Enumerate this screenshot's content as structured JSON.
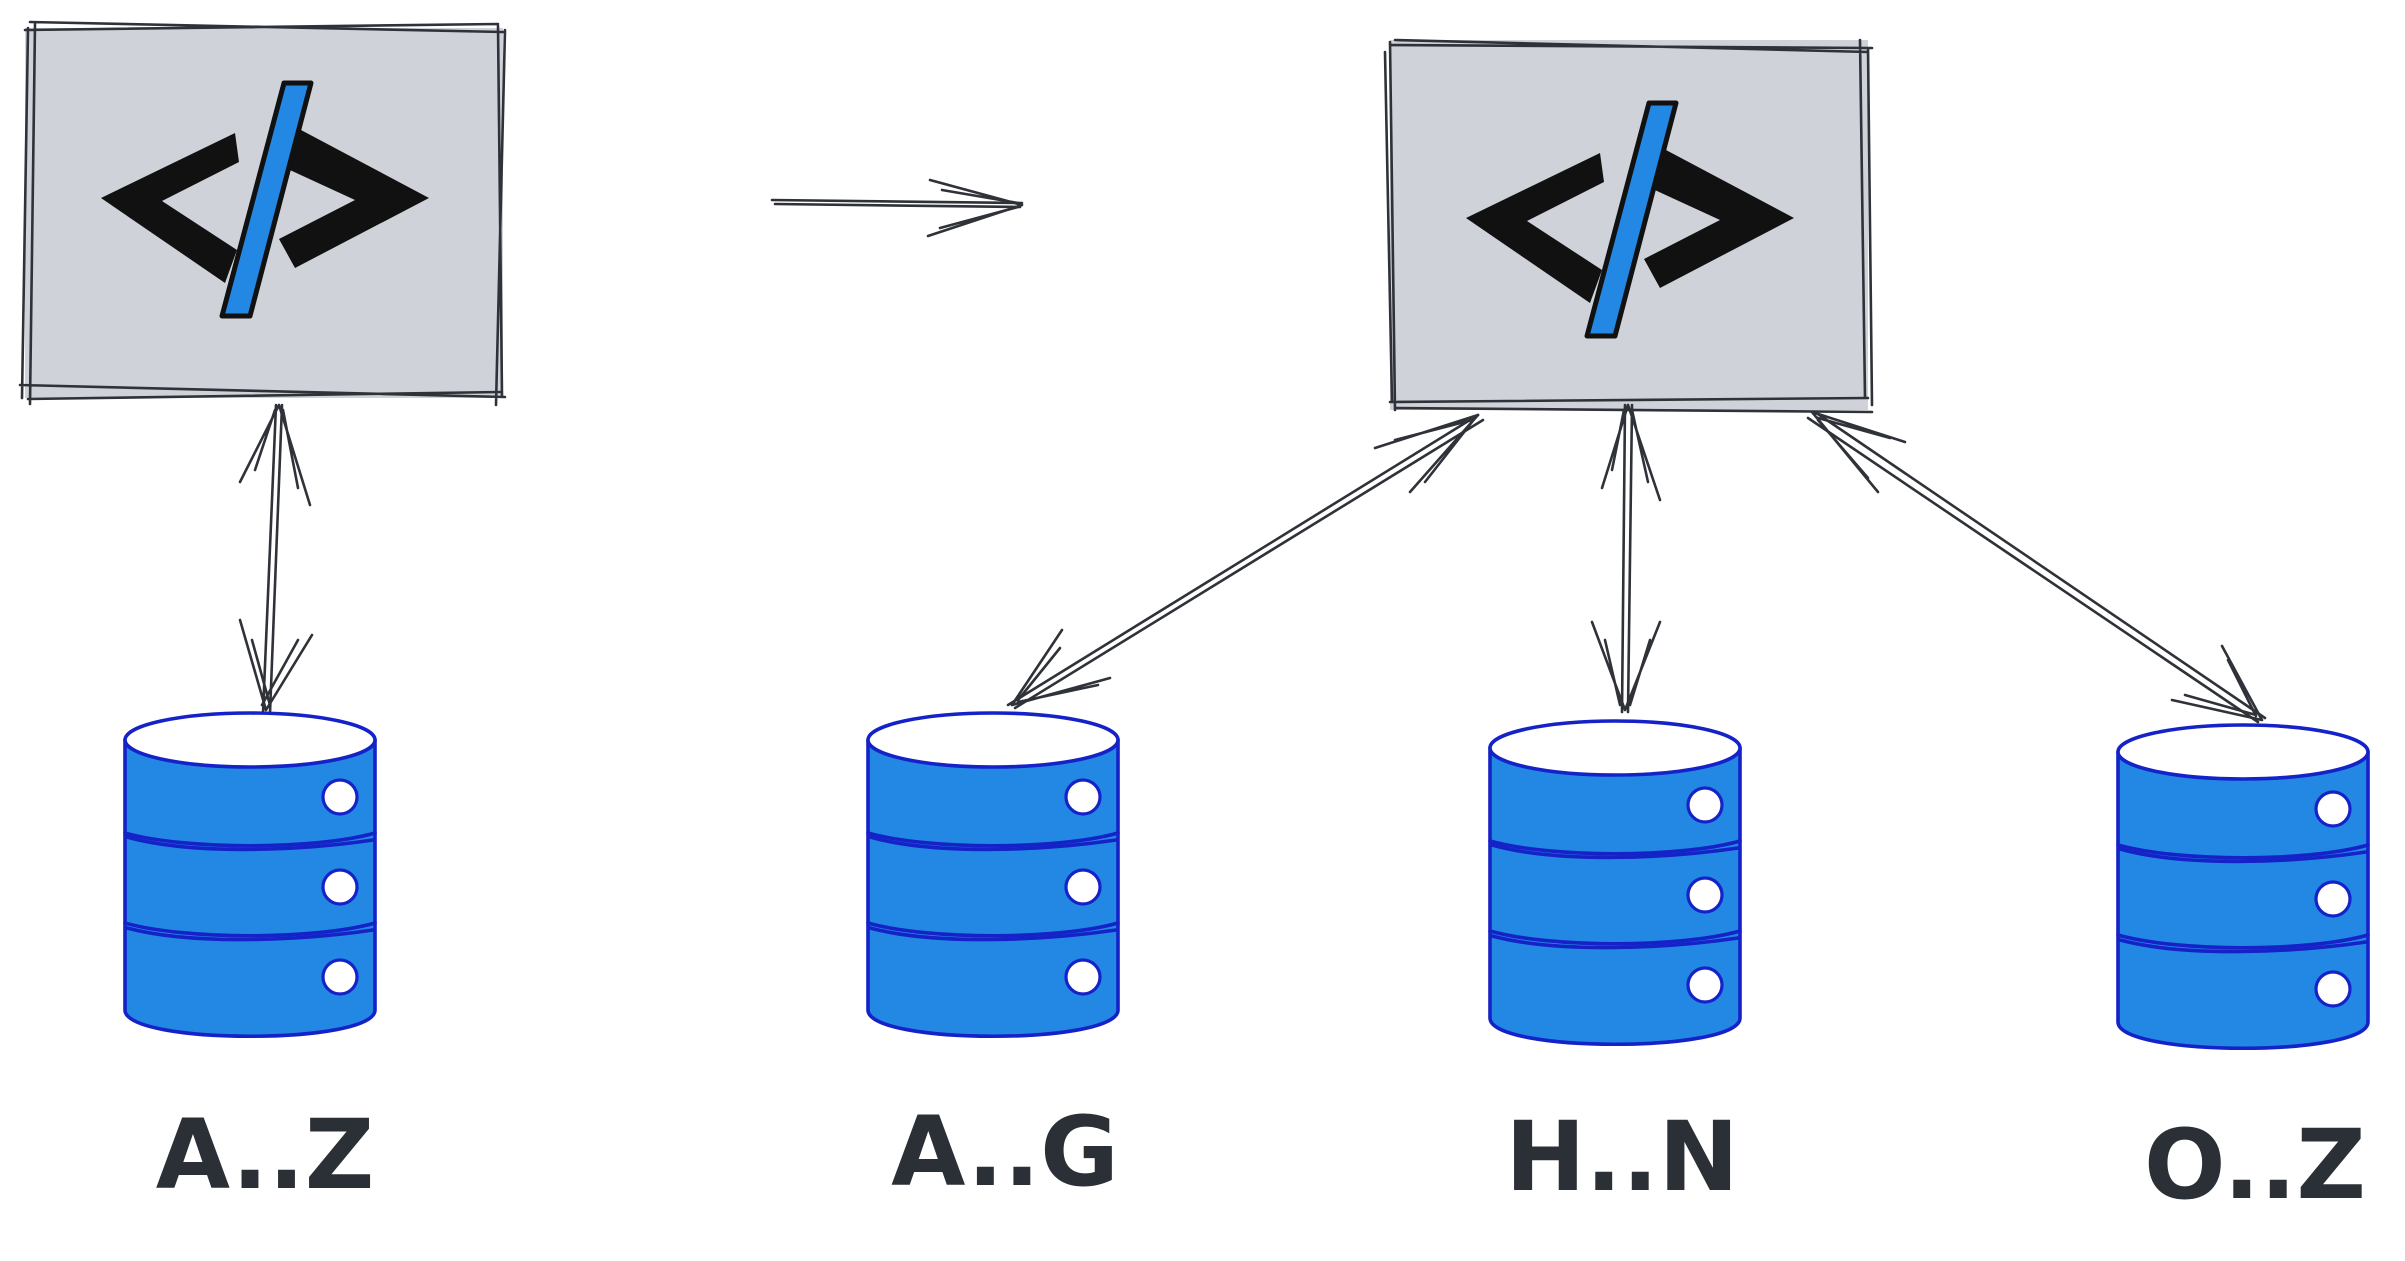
{
  "colors": {
    "box_fill": "#cfd3d9",
    "sketch_stroke": "#2f3238",
    "code_glyph": "#111111",
    "slash_fill": "#2388e4",
    "db_fill": "#2388e4",
    "db_outline": "#1422c7",
    "label_color": "#2b2f36"
  },
  "components": {
    "single_server": {
      "icon": "code-brackets-icon"
    },
    "sharded_server": {
      "icon": "code-brackets-icon"
    },
    "transition_arrow": {
      "icon": "arrow-right-icon"
    }
  },
  "databases": [
    {
      "id": "db-single",
      "label": "A..Z"
    },
    {
      "id": "db-shard-1",
      "label": "A..G"
    },
    {
      "id": "db-shard-2",
      "label": "H..N"
    },
    {
      "id": "db-shard-3",
      "label": "O..Z"
    }
  ]
}
